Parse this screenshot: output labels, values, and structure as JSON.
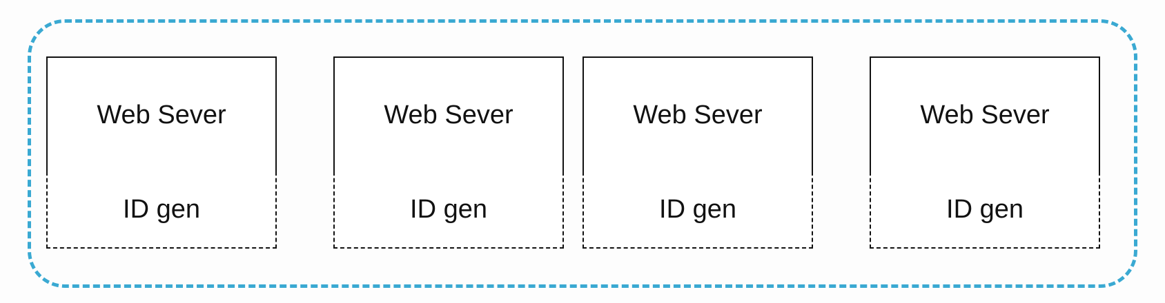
{
  "nodes": [
    {
      "server_label": "Web Sever",
      "generator_label": "ID gen"
    },
    {
      "server_label": "Web Sever",
      "generator_label": "ID gen"
    },
    {
      "server_label": "Web Sever",
      "generator_label": "ID gen"
    },
    {
      "server_label": "Web Sever",
      "generator_label": "ID gen"
    }
  ],
  "colors": {
    "boundary": "#3aa9d2",
    "stroke": "#111111"
  }
}
